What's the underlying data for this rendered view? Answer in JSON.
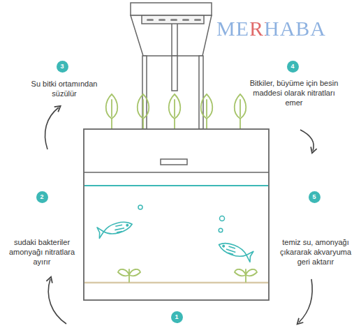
{
  "diagram": {
    "labels": [
      "MERHABA",
      "3",
      "Su bitki ortamından süzülür",
      "4",
      "Bitkiler, büyüme için besin maddesi olarak nitratları emer",
      "2",
      "sudaki bakteriler amonyağı nitratlara ayırır",
      "5",
      "temiz su, amonyağı çıkararak akvaryuma geri aktarır",
      "1"
    ]
  }
}
